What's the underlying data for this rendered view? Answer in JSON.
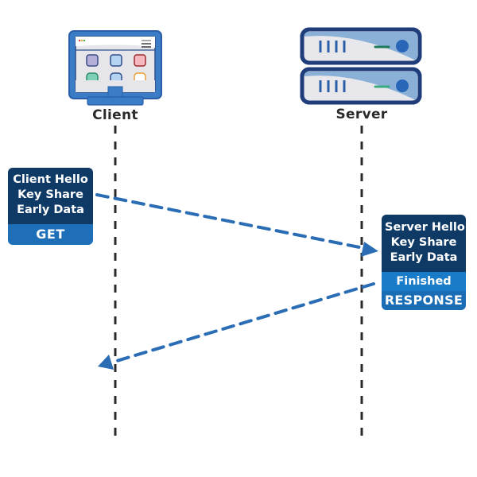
{
  "actors": {
    "client": {
      "label": "Client",
      "icon": "monitor-icon"
    },
    "server": {
      "label": "Server",
      "icon": "server-rack-icon"
    }
  },
  "messages": [
    {
      "from": "client",
      "to": "server",
      "lines": [
        "Client Hello",
        "Key Share",
        "Early Data"
      ],
      "bands": [
        "GET"
      ]
    },
    {
      "from": "server",
      "to": "client",
      "lines": [
        "Server Hello",
        "Key Share",
        "Early Data"
      ],
      "bands": [
        "Finished",
        "RESPONSE"
      ]
    }
  ],
  "colors": {
    "box_dark": "#0f3a66",
    "band_blue": "#1e6fb8",
    "band_light": "#1a7cc8",
    "arrow": "#2a6db5",
    "lifeline": "#2b2b2b",
    "icon_blue": "#3a7cc6",
    "icon_navy": "#1f3d7a"
  }
}
